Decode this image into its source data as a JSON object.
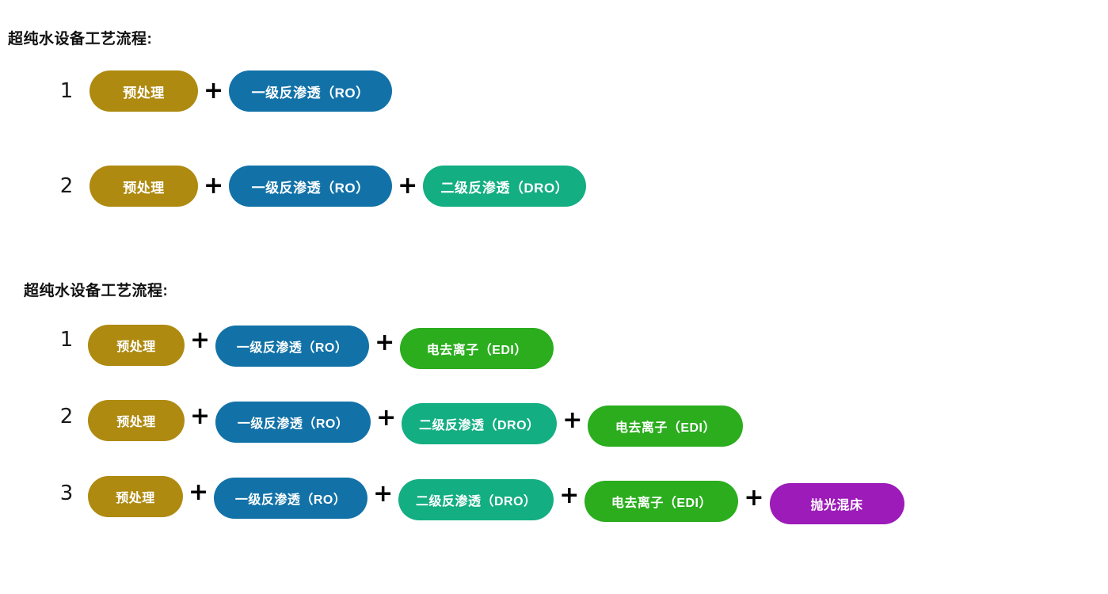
{
  "colors": {
    "pretreatment": "#AE8A10",
    "ro": "#1272A8",
    "dro": "#13AE82",
    "edi": "#2BAD1E",
    "polish": "#9C1BB9",
    "plus": "#000000",
    "heading": "#111111",
    "background": "#FFFFFF"
  },
  "labels": {
    "pretreatment": "预处理",
    "ro": "一级反渗透（RO）",
    "dro": "二级反渗透（DRO）",
    "edi": "电去离子（EDI）",
    "polish": "抛光混床",
    "plus": "+"
  },
  "sections": [
    {
      "heading": "超纯水设备工艺流程:",
      "rows": [
        {
          "index": "1",
          "steps": [
            "预处理",
            "一级反渗透（RO）"
          ]
        },
        {
          "index": "2",
          "steps": [
            "预处理",
            "一级反渗透（RO）",
            "二级反渗透（DRO）"
          ]
        }
      ]
    },
    {
      "heading": "超纯水设备工艺流程:",
      "rows": [
        {
          "index": "1",
          "steps": [
            "预处理",
            "一级反渗透（RO）",
            "电去离子（EDI）"
          ]
        },
        {
          "index": "2",
          "steps": [
            "预处理",
            "一级反渗透（RO）",
            "二级反渗透（DRO）",
            "电去离子（EDI）"
          ]
        },
        {
          "index": "3",
          "steps": [
            "预处理",
            "一级反渗透（RO）",
            "二级反渗透（DRO）",
            "电去离子（EDI）",
            "抛光混床"
          ]
        }
      ]
    }
  ]
}
